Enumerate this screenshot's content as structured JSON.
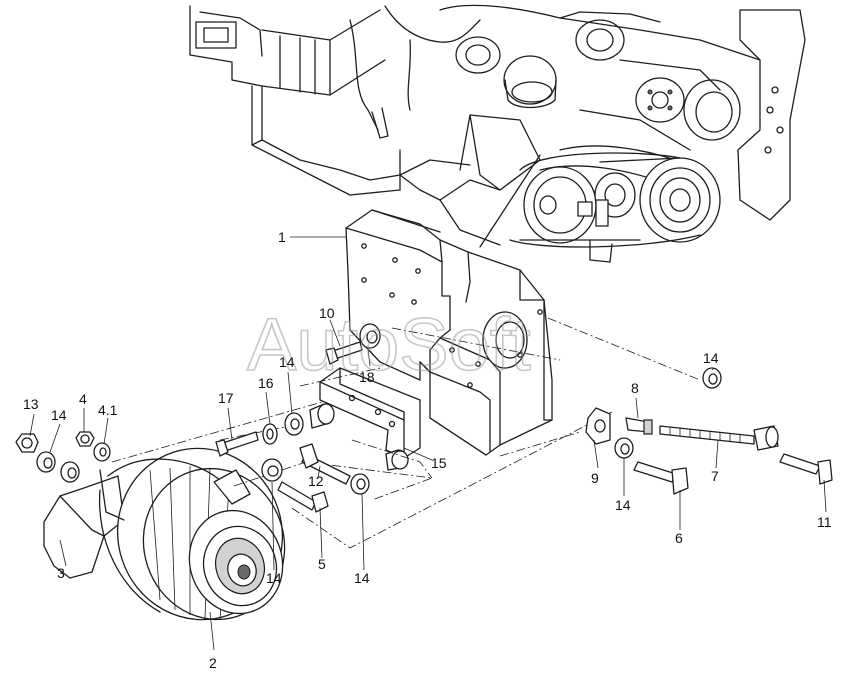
{
  "watermark": "AutoSoft",
  "callouts": {
    "c1": "1",
    "c2": "2",
    "c3": "3",
    "c4": "4",
    "c4_1": "4.1",
    "c5": "5",
    "c6": "6",
    "c7": "7",
    "c8": "8",
    "c9": "9",
    "c10": "10",
    "c11": "11",
    "c12": "12",
    "c13": "13",
    "c14": "14",
    "c15": "15",
    "c16": "16",
    "c17": "17",
    "c18": "18"
  }
}
